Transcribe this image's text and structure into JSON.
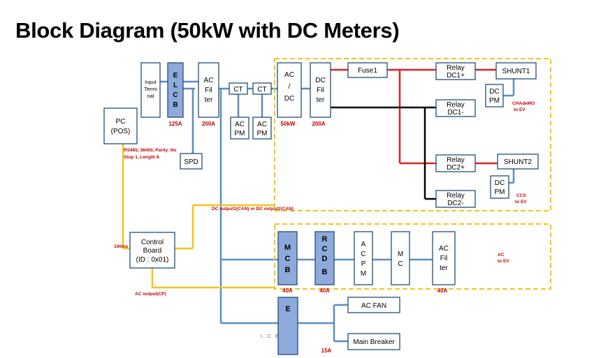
{
  "title": "Block Diagram (50kW with DC Meters)",
  "blocks": {
    "input_terminal": [
      "Input",
      "Termi",
      "nal"
    ],
    "elcb_top": [
      "E",
      "L",
      "C",
      "B"
    ],
    "ac_filter_top": [
      "AC",
      "Fil",
      "ter"
    ],
    "ct1": "CT",
    "ct2": "CT",
    "ac_pm1": [
      "AC",
      "PM"
    ],
    "ac_pm2": [
      "AC",
      "PM"
    ],
    "ac_dc": [
      "AC",
      "/",
      "DC"
    ],
    "dc_filter": [
      "DC",
      "Fil",
      "ter"
    ],
    "fuse": "Fuse1",
    "relay_dc1_plus": [
      "Relay",
      "DC1+"
    ],
    "relay_dc1_minus": [
      "Relay",
      "DC1-"
    ],
    "relay_dc2_plus": [
      "Relay",
      "DC2+"
    ],
    "relay_dc2_minus": [
      "Relay",
      "DC2-"
    ],
    "shunt1": "SHUNT1",
    "shunt2": "SHUNT2",
    "dc_pm1": [
      "DC",
      "PM"
    ],
    "dc_pm2": [
      "DC",
      "PM"
    ],
    "pc": [
      "PC",
      "(POS)"
    ],
    "spd": "SPD",
    "control_board": [
      "Control",
      "Board",
      "(ID : 0x01)"
    ],
    "mcb": [
      "M",
      "C",
      "B"
    ],
    "rcdb": [
      "R",
      "C",
      "D",
      "B"
    ],
    "acpm_bottom": [
      "A",
      "C",
      "P",
      "M"
    ],
    "mc": [
      "M",
      "C"
    ],
    "ac_filter_bottom": [
      "AC",
      "Fil",
      "ter"
    ],
    "elcb_bottom": [
      "E",
      "L C B"
    ],
    "ac_fan": "AC FAN",
    "main_breaker": "Main Breaker"
  },
  "ratings": {
    "elcb_top": "125A",
    "ac_filter_top": "200A",
    "ac_dc": "50kW",
    "dc_filter": "200A",
    "mcb": "40A",
    "rcdb": "40A",
    "ac_filter_bottom": "40A",
    "elcb_bottom": "15A"
  },
  "notes": {
    "rs485": [
      "RS485, 38400, Parity_No",
      "Stop 1, Length 8"
    ],
    "can": "DC output1(CAN) or DC output2(CAN)",
    "ms100": "100ms",
    "ac_output_cp": "AC output(CP)",
    "chademo": [
      "CHAdeMO",
      "to EV"
    ],
    "ccs": [
      "CCS",
      "to EV"
    ],
    "ac_to_ev": [
      "AC",
      "to EV"
    ]
  },
  "colors": {
    "box_stroke": "#1f4e79",
    "box_fill": "#ffffff",
    "breaker_fill": "#8eaadb",
    "ac_wire": "#5b8cc6",
    "dc_positive": "#e02020",
    "dc_negative": "#000000",
    "signal": "#f5c518",
    "dashed_frame": "#f5c518",
    "note_red": "#c00000"
  }
}
